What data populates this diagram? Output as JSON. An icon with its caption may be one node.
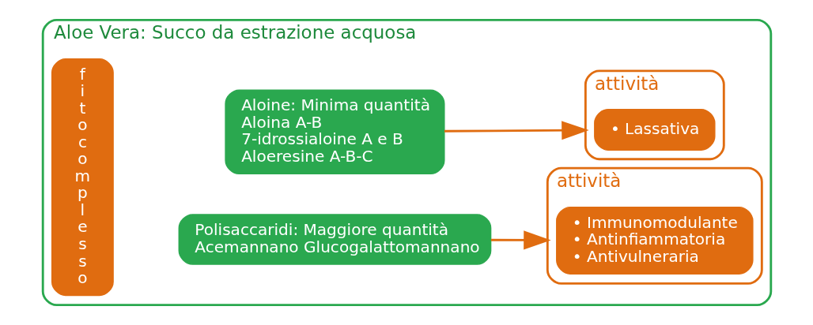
{
  "diagram": {
    "nodes": [
      {
        "text": [
          "Aloe Vera: Succo da estrazione acquosa"
        ]
      },
      {
        "text": [
          "fitocomplesso"
        ],
        "in": 0
      },
      {
        "text": [
          "Polisaccaridi: Maggiore quantità",
          "Acemannano Glucogalattomannano"
        ],
        "in": 0
      },
      {
        "text": [
          "attività"
        ],
        "in": 0
      },
      {
        "text": [
          "• Immunomodulante",
          "• Antinfiammatoria",
          "• Antivulneraria"
        ],
        "in": 3
      },
      {
        "text": [
          "Aloine: Minima quantità",
          "Aloina A-B",
          "7-idrossialoine A e B",
          "Aloeresine A-B-C"
        ],
        "in": 0
      },
      {
        "text": [
          "attività"
        ],
        "in": 0
      },
      {
        "text": [
          "• Lassativa"
        ],
        "in": 6
      }
    ],
    "edges": [
      {
        "from": 2,
        "to": 3,
        "arrow": "to"
      },
      {
        "from": 5,
        "to": 6,
        "arrow": "to"
      }
    ]
  }
}
